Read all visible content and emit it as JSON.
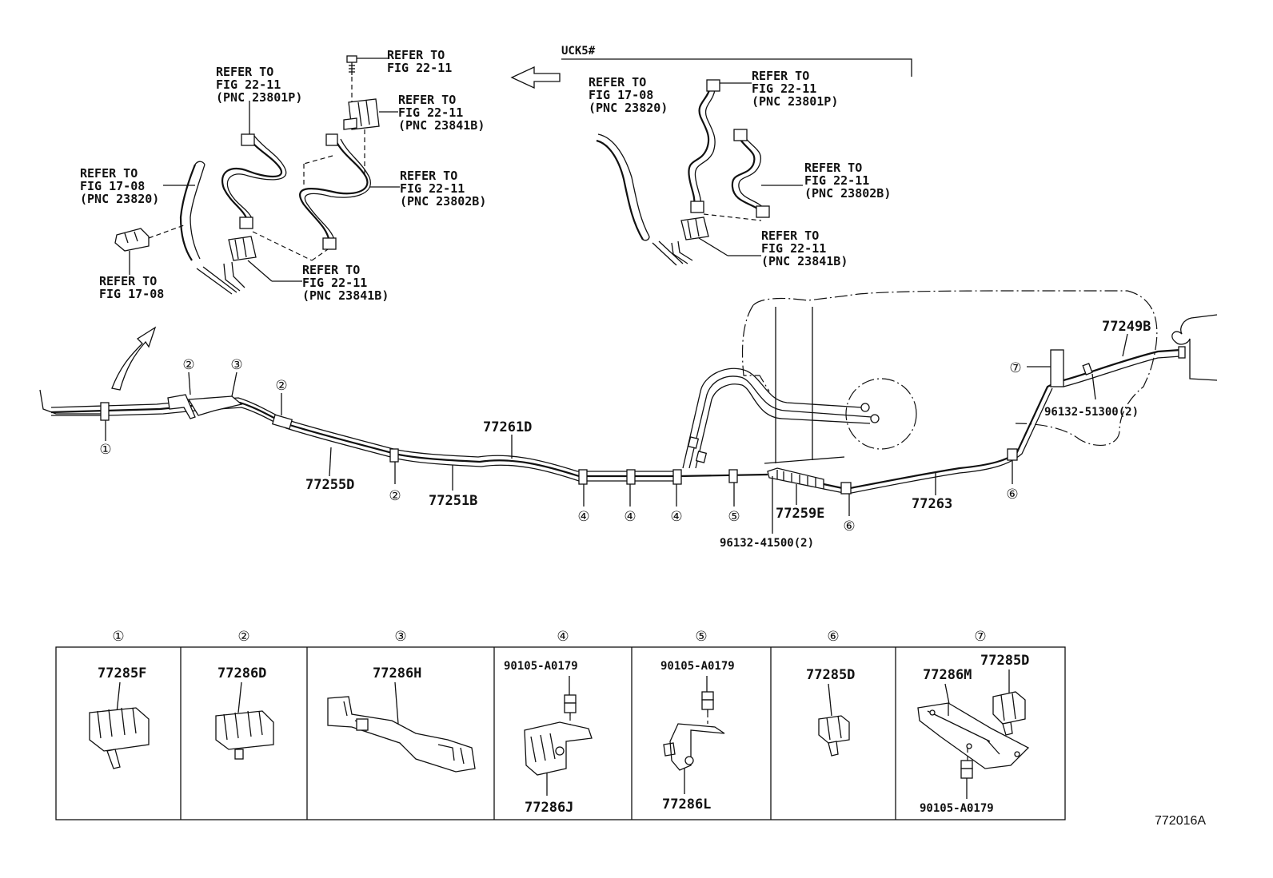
{
  "figure_id": "772016A",
  "top_left": {
    "refer_a": [
      "REFER TO",
      "FIG 22-11"
    ],
    "refer_b": [
      "REFER TO",
      "FIG 22-11",
      "(PNC 23801P)"
    ],
    "refer_c": [
      "REFER TO",
      "FIG 22-11",
      "(PNC 23841B)"
    ],
    "refer_d": [
      "REFER TO",
      "FIG 17-08",
      "(PNC 23820)"
    ],
    "refer_e": [
      "REFER TO",
      "FIG 22-11",
      "(PNC 23802B)"
    ],
    "refer_f": [
      "REFER TO",
      "FIG 22-11",
      "(PNC 23841B)"
    ],
    "refer_g": [
      "REFER TO",
      "FIG 17-08"
    ]
  },
  "top_right": {
    "variant": "UCK5#",
    "refer_a": [
      "REFER TO",
      "FIG 17-08",
      "(PNC 23820)"
    ],
    "refer_b": [
      "REFER TO",
      "FIG 22-11",
      "(PNC 23801P)"
    ],
    "refer_c": [
      "REFER TO",
      "FIG 22-11",
      "(PNC 23802B)"
    ],
    "refer_d": [
      "REFER TO",
      "FIG 22-11",
      "(PNC 23841B)"
    ]
  },
  "main_parts": {
    "p77249B": "77249B",
    "p96132_51300": "96132-51300(2)",
    "p77261D": "77261D",
    "p77255D": "77255D",
    "p77251B": "77251B",
    "p77259E": "77259E",
    "p96132_41500": "96132-41500(2)",
    "p77263": "77263"
  },
  "callouts": [
    "①",
    "②",
    "③",
    "④",
    "⑤",
    "⑥",
    "⑦"
  ],
  "table": [
    {
      "marker": "①",
      "parts": [
        "77285F"
      ]
    },
    {
      "marker": "②",
      "parts": [
        "77286D"
      ]
    },
    {
      "marker": "③",
      "parts": [
        "77286H"
      ]
    },
    {
      "marker": "④",
      "parts": [
        "90105-A0179",
        "77286J"
      ]
    },
    {
      "marker": "⑤",
      "parts": [
        "90105-A0179",
        "77286L"
      ]
    },
    {
      "marker": "⑥",
      "parts": [
        "77285D"
      ]
    },
    {
      "marker": "⑦",
      "parts": [
        "77286M",
        "77285D",
        "90105-A0179"
      ]
    }
  ]
}
